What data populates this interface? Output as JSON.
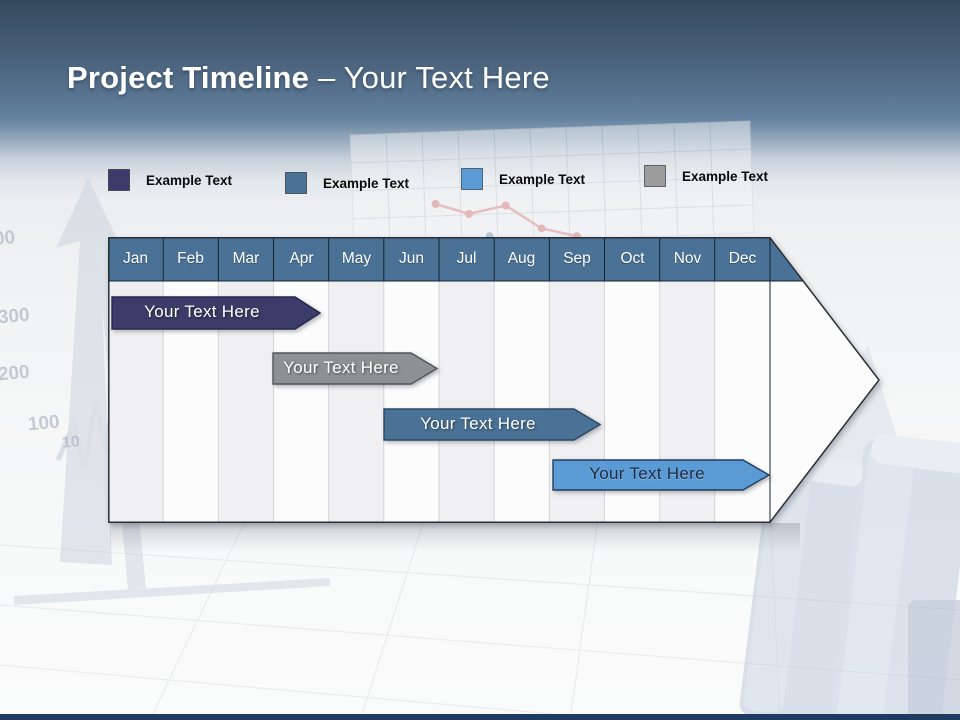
{
  "slide": {
    "title": {
      "bold": "Project Timeline",
      "rest": "– Your Text Here"
    },
    "footer_bar_color": "#1F3C60",
    "background_top_color": "#36495D"
  },
  "legend": {
    "items": [
      {
        "label": "Example Text",
        "color": "#3B3C69"
      },
      {
        "label": "Example Text",
        "color": "#4A7296"
      },
      {
        "label": "Example Text",
        "color": "#5B9BD5"
      },
      {
        "label": "Example Text",
        "color": "#9C9C9C"
      }
    ]
  },
  "timeline": {
    "header_color": "#4A7296",
    "months": [
      "Jan",
      "Feb",
      "Mar",
      "Apr",
      "May",
      "Jun",
      "Jul",
      "Aug",
      "Sep",
      "Oct",
      "Nov",
      "Dec"
    ],
    "bars": [
      {
        "label": "Your Text Here",
        "color": "#3B3C69",
        "border": "#26284C",
        "text_color": "#FFFFFF",
        "start_month": "Jan",
        "end_month": "Apr"
      },
      {
        "label": "Your Text Here",
        "color": "#8F9092",
        "border": "#55565A",
        "text_color": "#FFFFFF",
        "start_month": "Apr",
        "end_month": "Jun"
      },
      {
        "label": "Your Text Here",
        "color": "#4A7296",
        "border": "#2C4963",
        "text_color": "#FFFFFF",
        "start_month": "Jun",
        "end_month": "Sep"
      },
      {
        "label": "Your Text Here",
        "color": "#5B9BD5",
        "border": "#23405E",
        "text_color": "#1F2A44",
        "start_month": "Sep",
        "end_month": "Dec"
      }
    ]
  },
  "background_watermarks": {
    "axis_labels": [
      "00",
      "300",
      "200",
      "100",
      "10"
    ]
  }
}
